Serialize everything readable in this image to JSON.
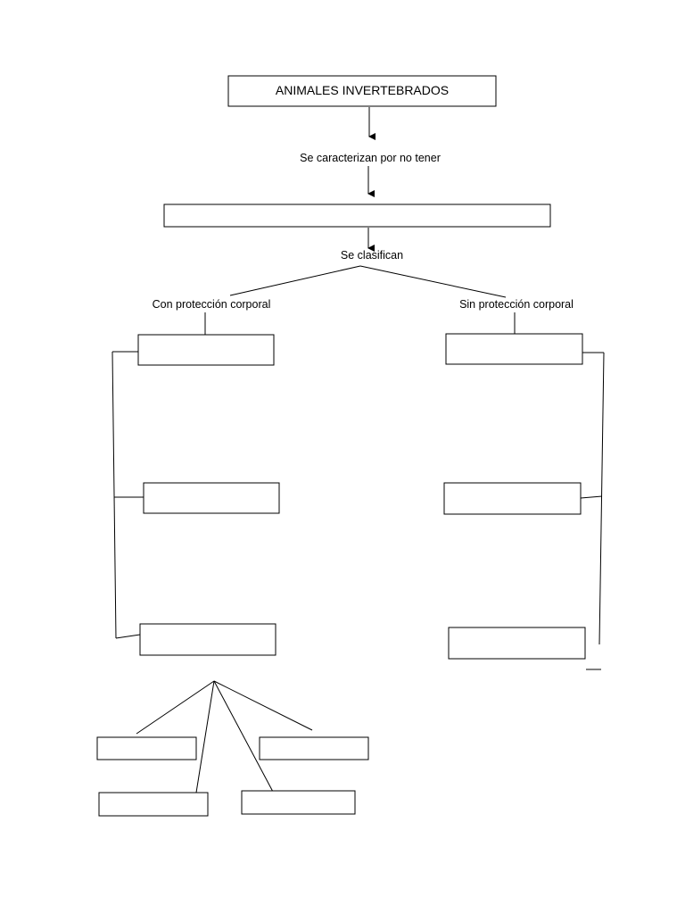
{
  "title": "ANIMALES INVERTEBRADOS",
  "connector_1": "Se caracterizan por no tener",
  "characteristic_answer": "",
  "connector_2": "Se clasifican",
  "branches": {
    "left": {
      "label": "Con protección corporal",
      "answers": [
        "",
        "",
        ""
      ],
      "sub_answers": [
        "",
        "",
        "",
        ""
      ]
    },
    "right": {
      "label": "Sin protección corporal",
      "answers": [
        "",
        "",
        ""
      ]
    }
  }
}
